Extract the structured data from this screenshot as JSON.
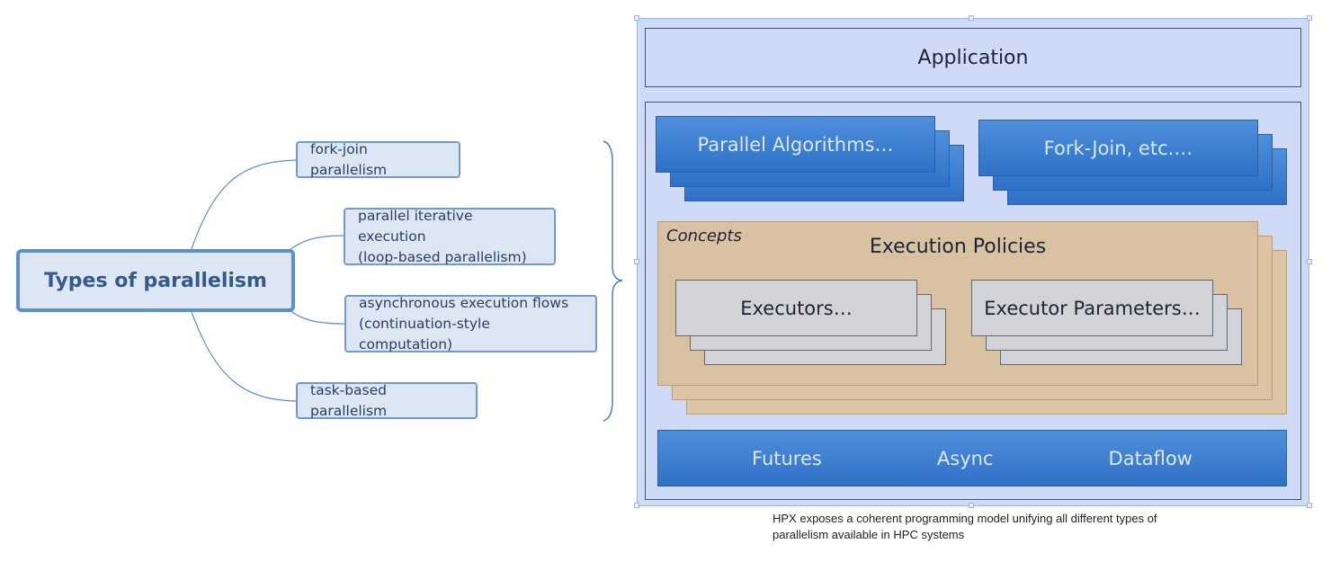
{
  "mindmap": {
    "root": "Types of parallelism",
    "branches": [
      {
        "lines": [
          "fork-join parallelism"
        ]
      },
      {
        "lines": [
          "parallel iterative execution",
          "(loop-based parallelism)"
        ]
      },
      {
        "lines": [
          "asynchronous execution flows",
          "(continuation-style computation)"
        ]
      },
      {
        "lines": [
          "task-based parallelism"
        ]
      }
    ]
  },
  "architecture": {
    "application": "Application",
    "parallel_algorithms": "Parallel Algorithms…",
    "fork_join": "Fork-Join, etc.…",
    "concepts": "Concepts",
    "execution_policies": "Execution Policies",
    "executors": "Executors…",
    "executor_parameters": "Executor Parameters…",
    "bottom": [
      "Futures",
      "Async",
      "Dataflow"
    ]
  },
  "caption": {
    "line1": "HPX exposes a coherent programming model unifying all different types of",
    "line2": "parallelism available in HPC systems"
  },
  "colors": {
    "connector": "#5b8fd0",
    "brace": "#4f7fc0",
    "blue": "#3a7fd4",
    "tan": "#dcc5a4",
    "grey": "#d1d3d7",
    "arch_bg": "#cfdbf6"
  }
}
